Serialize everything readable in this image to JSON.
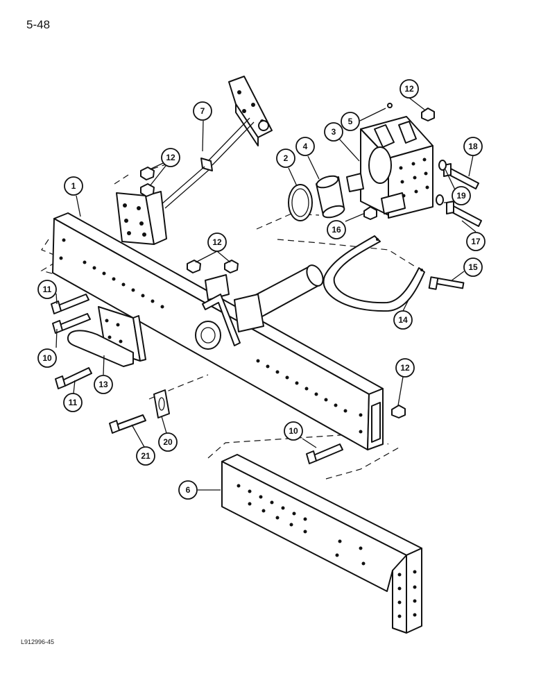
{
  "page": {
    "number": "5-48",
    "code": "L912996-45"
  },
  "callouts": [
    {
      "id": "c1",
      "label": "1"
    },
    {
      "id": "c2",
      "label": "2"
    },
    {
      "id": "c3",
      "label": "3"
    },
    {
      "id": "c4",
      "label": "4"
    },
    {
      "id": "c5",
      "label": "5"
    },
    {
      "id": "c6",
      "label": "6"
    },
    {
      "id": "c7",
      "label": "7"
    },
    {
      "id": "c10a",
      "label": "10"
    },
    {
      "id": "c10b",
      "label": "10"
    },
    {
      "id": "c11a",
      "label": "11"
    },
    {
      "id": "c11b",
      "label": "11"
    },
    {
      "id": "c12a",
      "label": "12"
    },
    {
      "id": "c12b",
      "label": "12"
    },
    {
      "id": "c12c",
      "label": "12"
    },
    {
      "id": "c12d",
      "label": "12"
    },
    {
      "id": "c13",
      "label": "13"
    },
    {
      "id": "c14",
      "label": "14"
    },
    {
      "id": "c15",
      "label": "15"
    },
    {
      "id": "c16",
      "label": "16"
    },
    {
      "id": "c17",
      "label": "17"
    },
    {
      "id": "c18",
      "label": "18"
    },
    {
      "id": "c19",
      "label": "19"
    },
    {
      "id": "c20",
      "label": "20"
    },
    {
      "id": "c21",
      "label": "21"
    }
  ]
}
